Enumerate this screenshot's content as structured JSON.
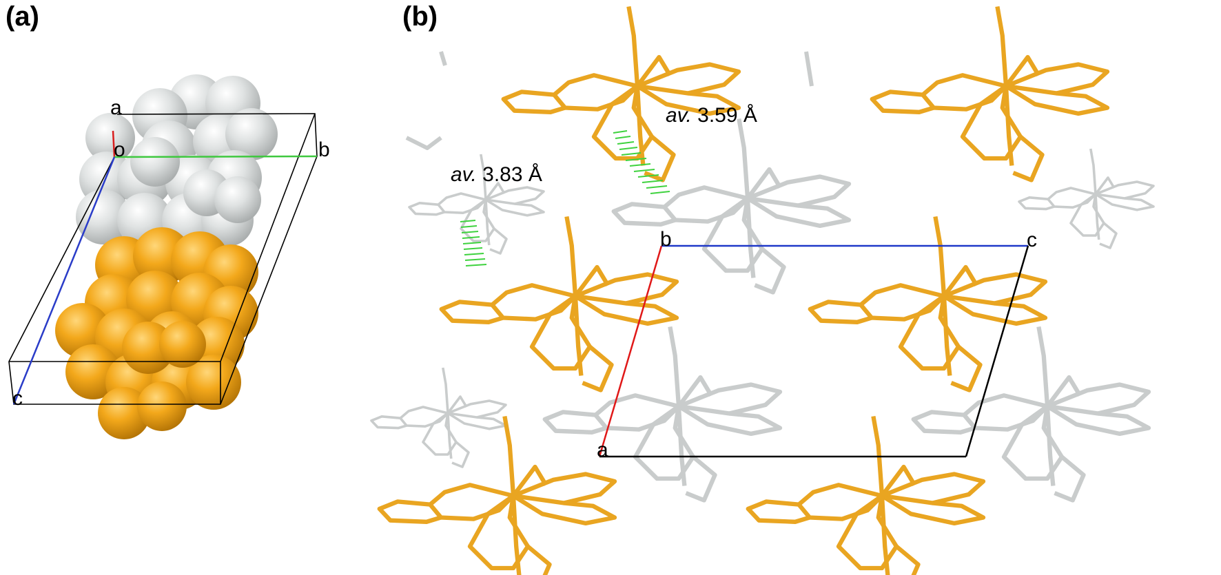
{
  "panels": [
    {
      "label": "(a)"
    },
    {
      "label": "(b)"
    }
  ],
  "panel_a": {
    "axes": {
      "a": "a",
      "o": "o",
      "b": "b",
      "c": "c"
    },
    "colors": {
      "mol_top": "#d9dcdc",
      "mol_bottom": "#f3a81b",
      "a_axis": "#d81e1e",
      "b_axis": "#3ec83e",
      "c_axis": "#2a3cc8",
      "cell": "#000000"
    }
  },
  "panel_b": {
    "axes": {
      "a": "a",
      "b": "b",
      "c": "c"
    },
    "distances": [
      {
        "prefix": "av.",
        "value": "3.59 Å"
      },
      {
        "prefix": "av.",
        "value": "3.83 Å"
      }
    ],
    "colors": {
      "orange_mol": "#e9a521",
      "grey_mol": "#c9cccc",
      "contact": "#3ed23e",
      "a_axis": "#e01818",
      "b_axis": "#1f38c8",
      "cell": "#000000"
    }
  }
}
